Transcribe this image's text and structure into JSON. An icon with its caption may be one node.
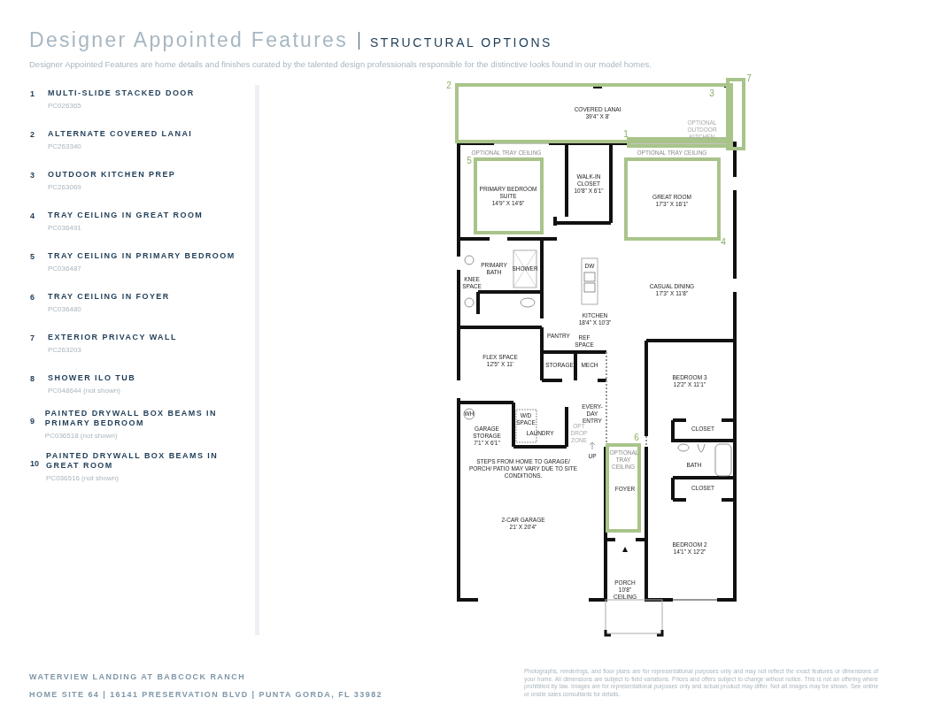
{
  "diagram": {
    "title": "Designer Appointed Features",
    "nodes": [
      {
        "text": [
          "COVERED LANAI",
          "39'4\" X 8'"
        ]
      },
      {
        "text": [
          "OPTIONAL OUTDOOR KITCHEN"
        ]
      },
      {
        "text": [
          "PRIMARY BEDROOM SUITE",
          "14'9\" X 14'6\""
        ]
      },
      {
        "text": [
          "WALK-IN CLOSET",
          "10'8\" X 6'1\""
        ]
      },
      {
        "text": [
          "GREAT ROOM",
          "17'3\" X 16'1\""
        ]
      },
      {
        "text": [
          "PRIMARY BATH"
        ]
      },
      {
        "text": [
          "SHOWER"
        ]
      },
      {
        "text": [
          "KNEE SPACE"
        ]
      },
      {
        "text": [
          "DW"
        ]
      },
      {
        "text": [
          "CASUAL DINING",
          "17'3\" X 11'8\""
        ]
      },
      {
        "text": [
          "KITCHEN",
          "18'4\" X 10'3\""
        ]
      },
      {
        "text": [
          "PANTRY"
        ]
      },
      {
        "text": [
          "REF SPACE"
        ]
      },
      {
        "text": [
          "FLEX SPACE",
          "12'5\" X 11'"
        ]
      },
      {
        "text": [
          "STORAGE"
        ]
      },
      {
        "text": [
          "MECH"
        ]
      },
      {
        "text": [
          "BEDROOM 3",
          "12'2\" X 11'1\""
        ]
      },
      {
        "text": [
          "WH"
        ]
      },
      {
        "text": [
          "W/D SPACE"
        ]
      },
      {
        "text": [
          "EVERY-DAY ENTRY"
        ]
      },
      {
        "text": [
          "GARAGE STORAGE",
          "7'1\" X 6'1\""
        ]
      },
      {
        "text": [
          "LAUNDRY"
        ]
      },
      {
        "text": [
          "CLOSET"
        ]
      },
      {
        "text": [
          "OPT DROP ZONE"
        ]
      },
      {
        "text": [
          "BATH"
        ]
      },
      {
        "text": [
          "CLOSET"
        ]
      },
      {
        "text": [
          "FOYER"
        ]
      },
      {
        "text": [
          "2-CAR GARAGE",
          "21' X 20'4\""
        ]
      },
      {
        "text": [
          "BEDROOM 2",
          "14'1\" X 12'2\""
        ]
      },
      {
        "text": [
          "PORCH",
          "10'8\" CEILING"
        ]
      }
    ],
    "labels": [
      "STRUCTURAL OPTIONS",
      "Designer Appointed Features are home details and finishes curated by the talented design professionals responsible for the distinctive looks found in our model homes.",
      "1",
      "MULTI-SLIDE STACKED DOOR",
      "PC026365",
      "2",
      "ALTERNATE COVERED LANAI",
      "PC263340",
      "3",
      "OUTDOOR KITCHEN PREP",
      "PC263069",
      "4",
      "TRAY CEILING IN GREAT ROOM",
      "PC036491",
      "5",
      "TRAY CEILING IN PRIMARY BEDROOM",
      "PC036487",
      "6",
      "TRAY CEILING IN FOYER",
      "PC036480",
      "7",
      "EXTERIOR PRIVACY WALL",
      "PC263203",
      "8",
      "SHOWER ILO TUB",
      "PC048644 (not shown)",
      "9",
      "PAINTED DRYWALL BOX BEAMS IN PRIMARY BEDROOM",
      "PC036518 (not shown)",
      "10",
      "PAINTED DRYWALL BOX BEAMS IN GREAT ROOM",
      "PC036516 (not shown)",
      "OPTIONAL TRAY CEILING",
      "OPTIONAL TRAY CEILING",
      "OPTIONAL TRAY CEILING",
      "UP",
      "STEPS FROM HOME TO GARAGE/ PORCH/ PATIO MAY VARY DUE TO SITE CONDITIONS.",
      "1",
      "2",
      "3",
      "4",
      "5",
      "6",
      "7",
      "WATERVIEW LANDING AT BABCOCK RANCH",
      "HOME SITE 64 | 16141 PRESERVATION BLVD | PUNTA GORDA, FL 33982",
      "Photographs, renderings, and floor plans are for representational purposes only and may not reflect the exact features or dimensions of your home. All dimensions are subject to field variations. Prices and offers subject to change without notice. This is not an offering where prohibited by law. Images are for representational purposes only and actual product may differ. Not all images may be shown. See online or onsite sales consultants for details."
    ]
  }
}
